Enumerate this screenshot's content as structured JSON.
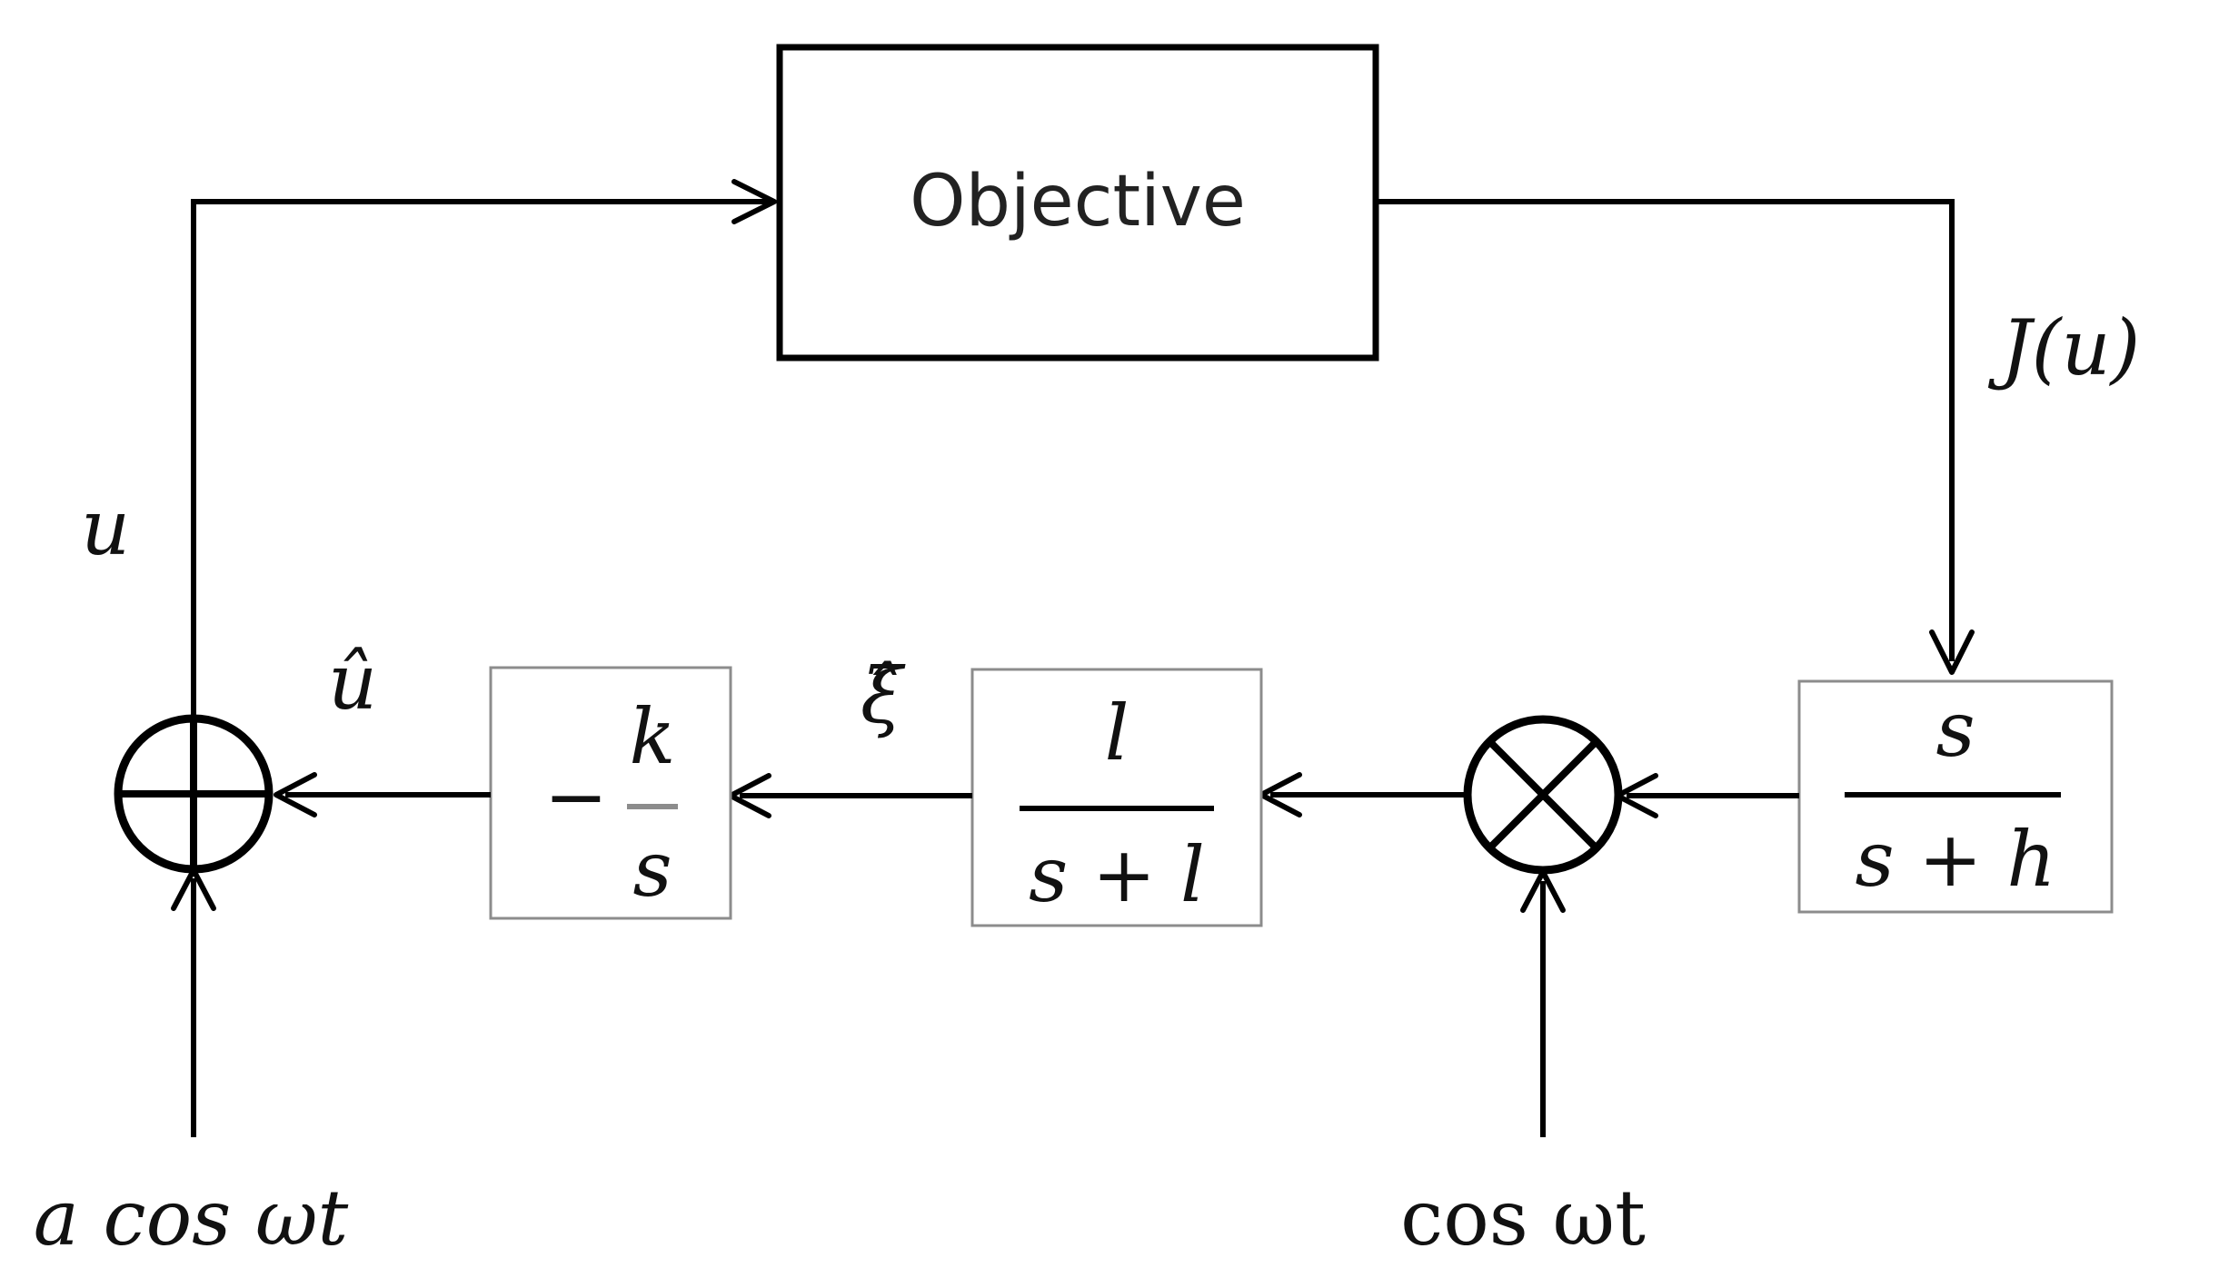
{
  "objective_block": {
    "label": "Objective"
  },
  "signals": {
    "objective_output": "J(u)",
    "input": "u",
    "estimate": "û",
    "filtered": "ξ̂"
  },
  "highpass_filter": {
    "numerator": "s",
    "denominator": "s + h"
  },
  "lowpass_filter": {
    "numerator": "l",
    "denominator": "s + l"
  },
  "integrator": {
    "sign": "−",
    "numerator": "k",
    "denominator": "s"
  },
  "demodulation_signal": "cos ωt",
  "dither_signal": "a cos ωt"
}
